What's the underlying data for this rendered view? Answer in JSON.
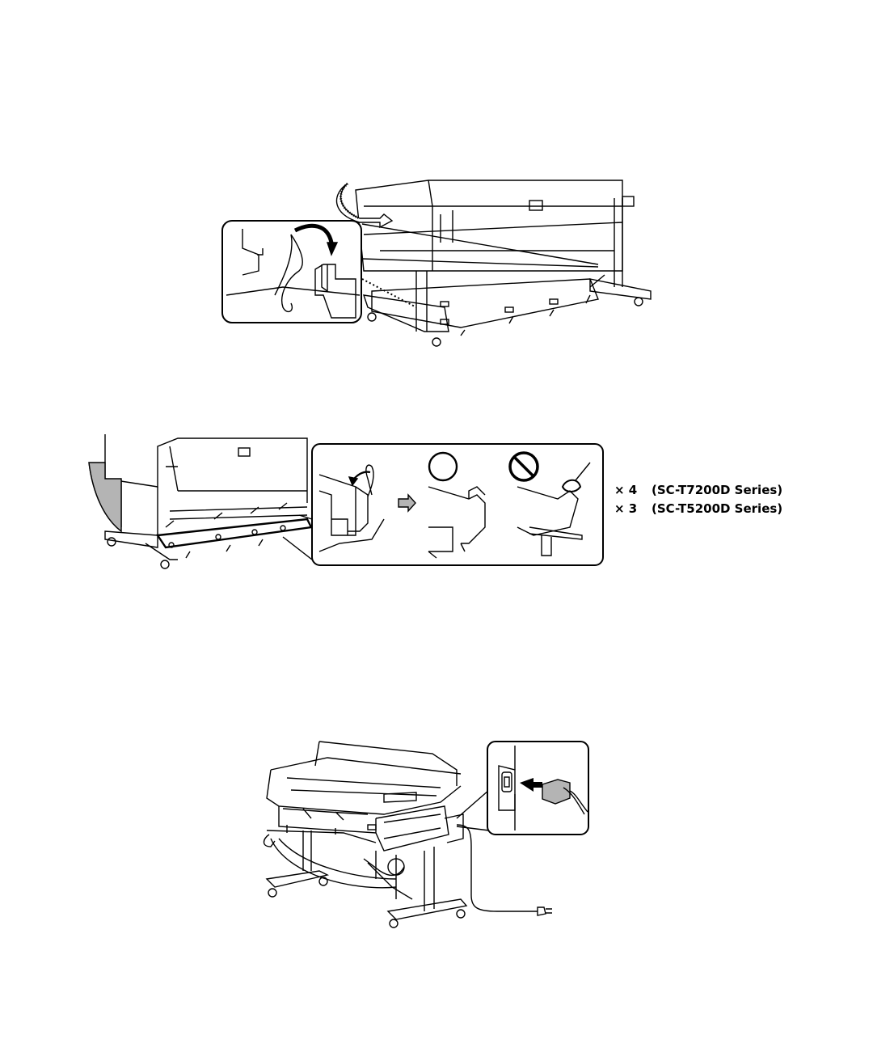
{
  "quantities": [
    {
      "count": "× 4",
      "series": "(SC-T7200D Series)"
    },
    {
      "count": "× 3",
      "series": "(SC-T5200D Series)"
    }
  ],
  "icons": {
    "ok": "circle-ok-icon",
    "prohibited": "prohibited-icon",
    "next_step": "arrow-right-icon",
    "rotate": "curved-arrow-icon"
  },
  "colors": {
    "line": "#000000",
    "background": "#ffffff",
    "shade": "#b4b4b4"
  }
}
